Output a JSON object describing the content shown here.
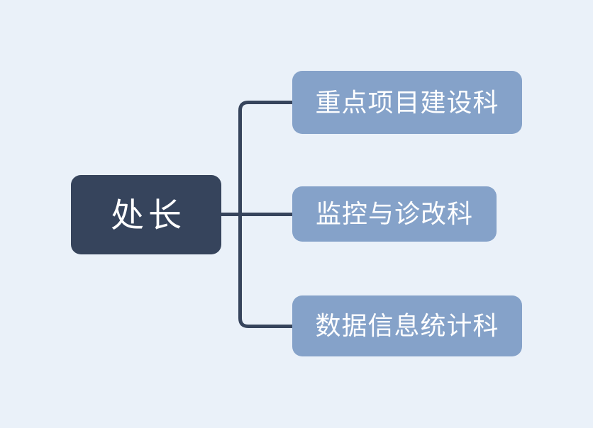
{
  "diagram": {
    "type": "org-chart",
    "background_color": "#eaf1f9",
    "connector_color": "#36445c",
    "root": {
      "label": "处长",
      "fill_color": "#36445c",
      "text_color": "#ffffff"
    },
    "children": [
      {
        "label": "重点项目建设科",
        "fill_color": "#85a2c9",
        "text_color": "#ffffff"
      },
      {
        "label": "监控与诊改科",
        "fill_color": "#85a2c9",
        "text_color": "#ffffff"
      },
      {
        "label": "数据信息统计科",
        "fill_color": "#85a2c9",
        "text_color": "#ffffff"
      }
    ]
  }
}
